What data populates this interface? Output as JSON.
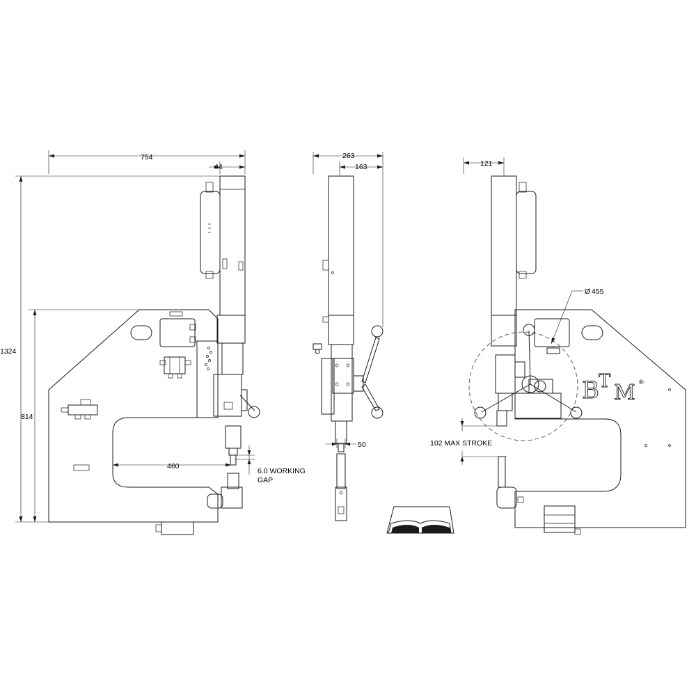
{
  "dimensions": {
    "overall_width": "754",
    "head_offset": "44",
    "overall_height": "1324",
    "table_height": "814",
    "throat_depth": "460",
    "working_gap": "6.0 WORKING",
    "working_gap_line2": "GAP",
    "side_depth": "263",
    "side_head_depth": "163",
    "side_tool_width": "50",
    "right_offset": "121",
    "handle_sweep": "455",
    "handle_sweep_symbol": "Ø",
    "max_stroke": "102 MAX STROKE"
  },
  "logo": {
    "letters": [
      "B",
      "T",
      "M"
    ],
    "mark": "®"
  }
}
